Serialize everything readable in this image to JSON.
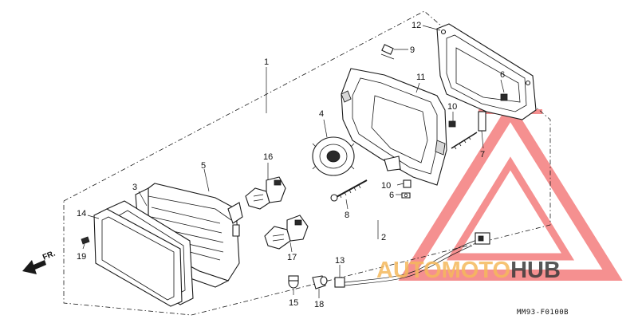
{
  "callouts": {
    "c1": "1",
    "c2": "2",
    "c3": "3",
    "c4": "4",
    "c5": "5",
    "c6a": "6",
    "c6b": "6",
    "c7": "7",
    "c8": "8",
    "c9": "9",
    "c10a": "10",
    "c10b": "10",
    "c11": "11",
    "c12": "12",
    "c13": "13",
    "c14": "14",
    "c15": "15",
    "c16": "16",
    "c17": "17",
    "c18": "18",
    "c19": "19"
  },
  "direction_label": "FR.",
  "diagram_code": "MM93-F0100B",
  "watermark": {
    "part_a": "AUTOMOTO",
    "part_b": "HUB",
    "accent_color": "#f26b6b"
  }
}
